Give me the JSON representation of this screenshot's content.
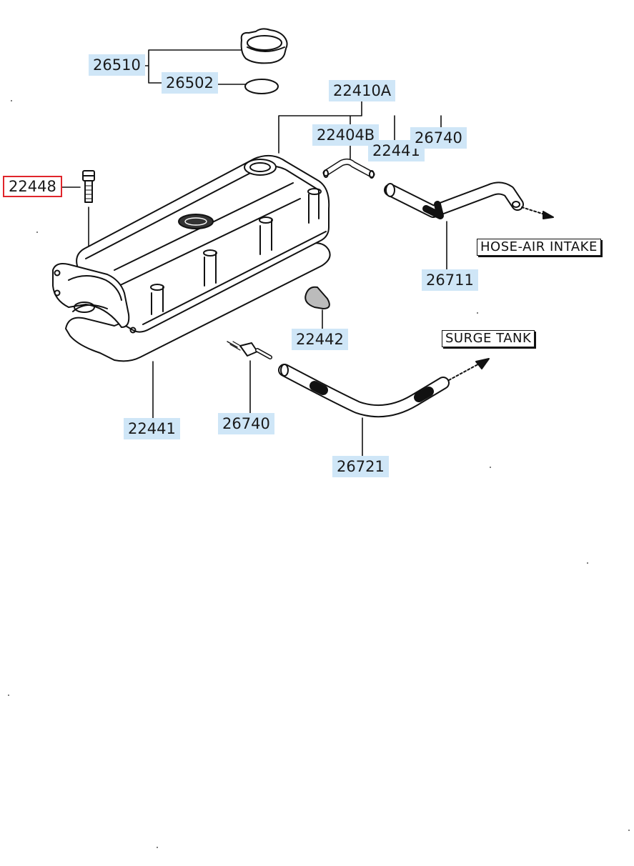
{
  "parts": {
    "p26510": "26510",
    "p26502": "26502",
    "p22410A": "22410A",
    "p22404B": "22404B",
    "p22441_top": "22441",
    "p26740_top": "26740",
    "p22448": "22448",
    "p26711": "26711",
    "p22442": "22442",
    "p22441_bottom": "22441",
    "p26740_bottom": "26740",
    "p26721": "26721"
  },
  "callouts": {
    "hose_air_intake": "HOSE-AIR INTAKE",
    "surge_tank": "SURGE TANK"
  },
  "highlight_color": "#e0252b",
  "label_bg": "#cfe6f7"
}
